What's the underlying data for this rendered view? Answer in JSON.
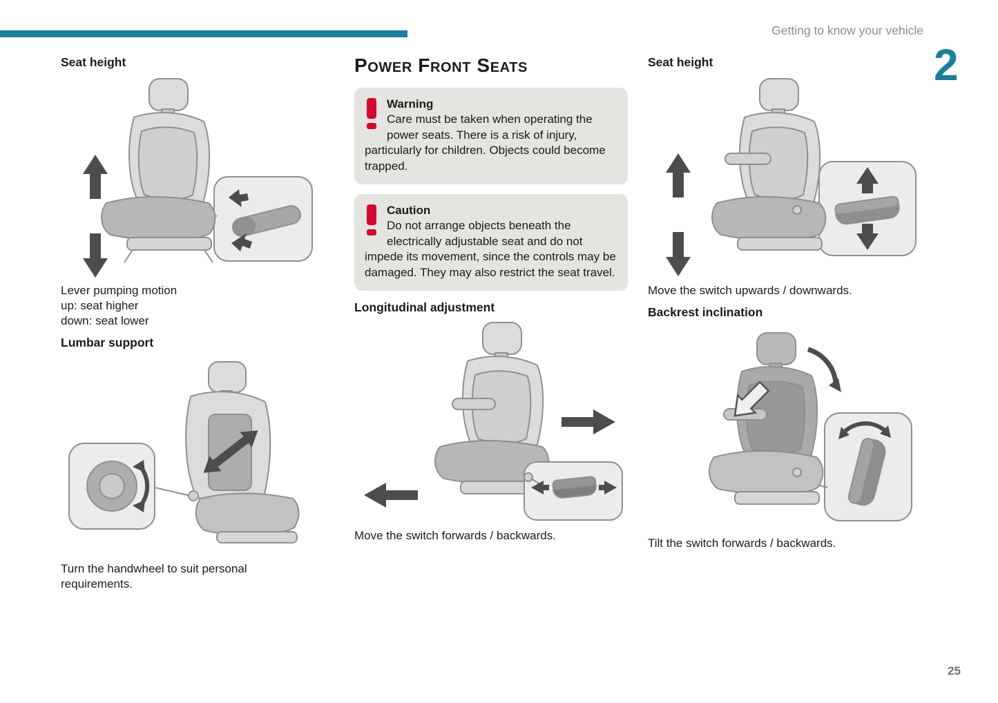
{
  "page": {
    "running_header": "Getting to know your vehicle",
    "chapter_number": "2",
    "page_number": "25"
  },
  "left_column": {
    "seat_height_heading": "Seat height",
    "seat_height_caption": "Lever pumping motion\nup: seat higher\ndown: seat lower",
    "lumbar_heading": "Lumbar support",
    "lumbar_caption": "Turn the handwheel to suit personal requirements."
  },
  "middle_column": {
    "title": "Power Front Seats",
    "warning": {
      "title": "Warning",
      "text": "Care must be taken when operating the power seats. There is a risk of injury, particularly for children. Objects could become trapped."
    },
    "caution": {
      "title": "Caution",
      "text": "Do not arrange objects beneath the electrically adjustable seat and do not impede its movement, since the controls may be damaged. They may also restrict the seat travel."
    },
    "longitudinal_heading": "Longitudinal adjustment",
    "longitudinal_caption": "Move the switch forwards / backwards."
  },
  "right_column": {
    "seat_height_heading": "Seat height",
    "seat_height_caption": "Move the switch upwards / downwards.",
    "backrest_heading": "Backrest inclination",
    "backrest_caption": "Tilt the switch forwards / backwards."
  },
  "icons": {
    "warning": "exclamation-icon",
    "caution": "exclamation-icon"
  },
  "illustrations": {
    "seat_height_left": "seat-side-view-with-height-pump-lever-inset",
    "lumbar": "seat-rear-view-with-lumbar-handwheel-inset",
    "longitudinal": "seat-side-view-with-longitudinal-switch-inset",
    "seat_height_right": "power-seat-with-height-switch-inset",
    "backrest": "power-seat-with-backrest-tilt-switch-inset"
  },
  "colors": {
    "accent_teal": "#1a7f9b",
    "warning_red": "#d10a2e",
    "notice_background": "#e4e4e1",
    "header_gray": "#8c8c8c"
  }
}
